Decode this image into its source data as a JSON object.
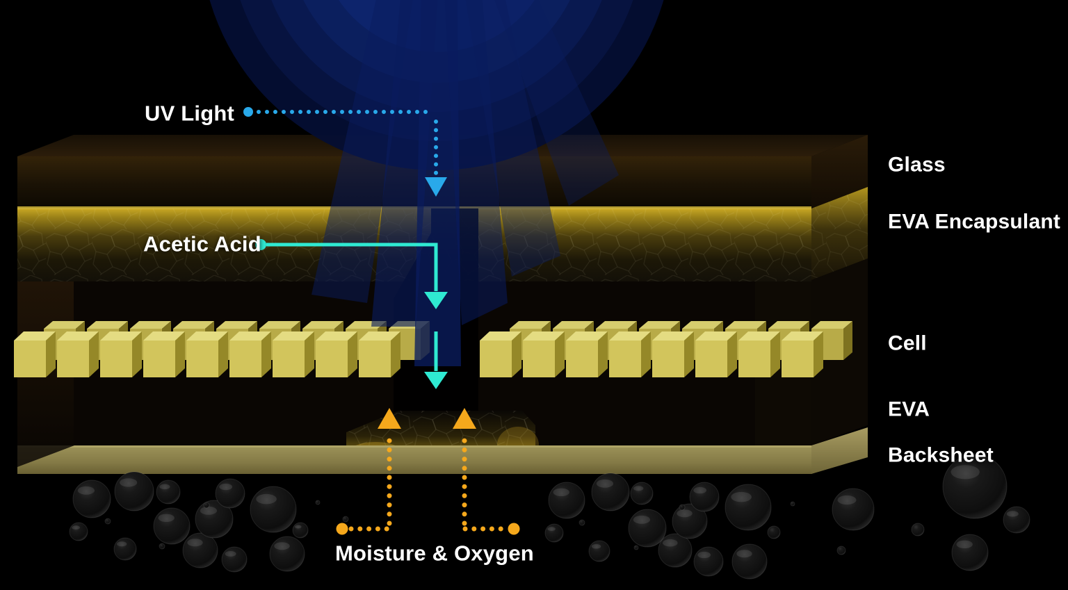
{
  "diagram": {
    "subject": "Solar module cross-section degradation diagram"
  },
  "callouts": {
    "uv_light": "UV Light",
    "acetic_acid": "Acetic Acid",
    "moisture_oxygen": "Moisture & Oxygen"
  },
  "layer_labels": {
    "glass": "Glass",
    "eva_encapsulant": "EVA Encapsulant",
    "cell": "Cell",
    "eva": "EVA",
    "backsheet": "Backsheet"
  },
  "colors": {
    "background": "#000000",
    "text_white": "#ffffff",
    "uv_blue": "#29a9ea",
    "acid_cyan": "#2fe9d2",
    "moisture_orange": "#f5a81c",
    "beam_navy": "#0a1c5e",
    "glow_core_navy": "#0e2672",
    "cell_yellow_front": "#d2c55c",
    "cell_yellow_top": "#e4dc82",
    "cell_yellow_side": "#958828",
    "eva_glow_gold": "#d4b42c",
    "glass_brown": "#2f2008",
    "backsheet_khaki": "#8f8550"
  }
}
